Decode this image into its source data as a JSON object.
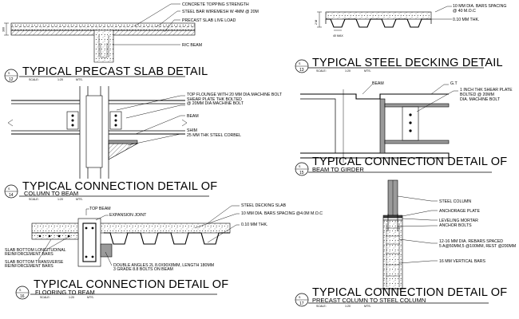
{
  "precast": {
    "notes": [
      "CONCRETE TOPPING STRENGTH",
      "STEEL BAR WIREMESH W 4MM @ 20M",
      "PRECAST SLAB LIVE LOAD",
      "R/C BEAM"
    ],
    "dim": "300",
    "number": "12",
    "title": "TYPICAL PRECAST SLAB DETAIL",
    "scale": "SCALE:",
    "ratio": "1:20",
    "units": "MTS."
  },
  "decking": {
    "notes": [
      "10 MM DIA. BARS SPACING",
      "@ 40 M.O.C",
      "0.10 MM THK."
    ],
    "dim": "2 M",
    "dim_b": "40 MAX",
    "number": "13",
    "title": "TYPICAL STEEL DECKING DETAIL",
    "scale": "SCALE:",
    "ratio": "1:20",
    "units": "MTS."
  },
  "col_beam": {
    "notes": [
      "TOP FLOUNGE WITH 20 MM DIA.MACHINE BOLT",
      "SHEAR PLATE THK BOLTED",
      "@ 20MM DIA MACHINE BOLT",
      "BEAM",
      "SHIM",
      "25 MM THK STEEL CORBEL"
    ],
    "number": "14",
    "title": "TYPICAL CONNECTION DETAIL OF",
    "subtitle": "COLUMN TO BEAM",
    "scale": "SCALE:",
    "ratio": "1:20",
    "units": "MTS."
  },
  "beam_girder": {
    "notes": [
      "BEAM",
      "G.T",
      "1 INCH THK SHEAR PLATE",
      "BOLTED @ 20MM",
      "DIA. MACHINE BOLT"
    ],
    "number": "15",
    "title": "TYPICAL CONNECTION DETAIL OF",
    "subtitle": "BEAM TO GIRDER",
    "scale": "SCALE:",
    "ratio": "1:20",
    "units": "MTS."
  },
  "flooring": {
    "notes": [
      "TOP BEAM",
      "EXPANSION JOINT",
      "STEEL DECKING SLAB",
      "10 MM DIA. BARS SPACING @4.0M M.O.C",
      "0.10 MM THK.",
      "SLAB BOTTOM LONGITUDINAL",
      "REINFORCEMENT BARS",
      "SLAB BOTTOM TRANSVERSE",
      "REINFORCEMENT BARS",
      "DOUBLE ANGLES 2L 8.0X90X8MM, LENGTH 180MM",
      "3 GRADE 8.8 BOLTS ON BEAM"
    ],
    "number": "16",
    "title": "TYPICAL CONNECTION DETAIL OF",
    "subtitle": "FLOORING TO BEAM",
    "scale": "SCALE:",
    "ratio": "1:20",
    "units": "MTS."
  },
  "col_steel": {
    "notes": [
      "STEEL COLUMN",
      "ANCHORAGE PLATE",
      "LEVELING MORTAR",
      "ANCHOR BOLTS",
      "12-16 MM DIA. REBARS SPACED",
      "5 A@50MM,5 @100MM, REST @200MM",
      "16 MM VERTICAL BARS"
    ],
    "number": "17",
    "title": "TYPICAL CONNECTION DETAIL OF",
    "subtitle": "PRECAST COLUMN TO STEEL COLUMN",
    "scale": "SCALE:",
    "ratio": "1:20",
    "units": "MTS."
  }
}
